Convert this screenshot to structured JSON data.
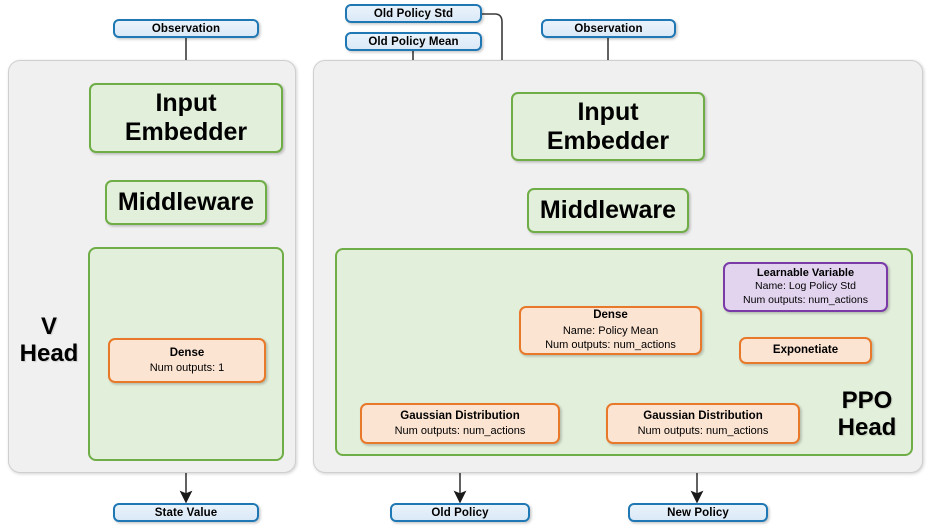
{
  "diagram": {
    "title": "PPO agent network architecture",
    "colors": {
      "io_fill": "#dbe9f7",
      "io_border": "#1f77b4",
      "block_fill": "#e2efda",
      "block_border": "#6fad46",
      "op_fill": "#fce4d3",
      "op_border": "#e8792a",
      "var_fill": "#e2d4ef",
      "var_border": "#7a3aa8",
      "panel_fill": "#f0f0f0",
      "panel_border": "#cfcfcf"
    }
  },
  "v_head": {
    "label_line1": "V",
    "label_line2": "Head",
    "input": {
      "label": "Observation"
    },
    "blocks": [
      {
        "label": "Input Embedder"
      },
      {
        "label": "Middleware"
      }
    ],
    "dense": {
      "title": "Dense",
      "line2": "Num outputs: 1"
    },
    "output": {
      "label": "State Value"
    }
  },
  "ppo_head": {
    "label_line1": "PPO",
    "label_line2": "Head",
    "inputs": [
      {
        "label": "Old Policy Std"
      },
      {
        "label": "Old Policy Mean"
      },
      {
        "label": "Observation"
      }
    ],
    "blocks": [
      {
        "label": "Input Embedder"
      },
      {
        "label": "Middleware"
      }
    ],
    "dense": {
      "title": "Dense",
      "line2": "Name: Policy Mean",
      "line3": "Num outputs: num_actions"
    },
    "learnable_variable": {
      "title": "Learnable Variable",
      "line2": "Name: Log Policy Std",
      "line3": "Num outputs: num_actions"
    },
    "exponentiate": {
      "title": "Exponetiate"
    },
    "gaussian_old": {
      "title": "Gaussian Distribution",
      "line2": "Num outputs: num_actions"
    },
    "gaussian_new": {
      "title": "Gaussian Distribution",
      "line2": "Num outputs: num_actions"
    },
    "outputs": [
      {
        "label": "Old Policy"
      },
      {
        "label": "New Policy"
      }
    ]
  }
}
